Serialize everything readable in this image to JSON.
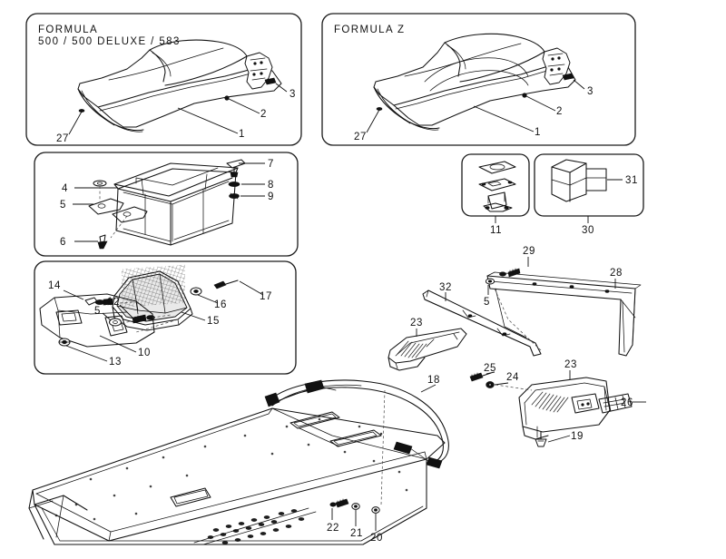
{
  "document": {
    "kind": "exploded-parts-diagram",
    "subject": "Snowmobile seat and tunnel parts",
    "background_color": "#ffffff",
    "line_color": "#111111"
  },
  "panels": [
    {
      "id": "panel-formula-500",
      "title_line1": "FORMULA",
      "title_line2": "500 / 500 DELUXE / 583",
      "callouts": [
        "27",
        "1",
        "2",
        "3"
      ]
    },
    {
      "id": "panel-formula-z",
      "title_line1": "FORMULA  Z",
      "title_line2": "",
      "callouts": [
        "27",
        "1",
        "2",
        "3"
      ]
    },
    {
      "id": "panel-storage-box",
      "title_line1": "",
      "title_line2": "",
      "callouts": [
        "4",
        "5",
        "6",
        "7",
        "8",
        "9"
      ]
    },
    {
      "id": "panel-backrest",
      "title_line1": "",
      "title_line2": "",
      "callouts": [
        "14",
        "12",
        "5",
        "13",
        "10",
        "15",
        "16",
        "17"
      ]
    },
    {
      "id": "panel-latch-assembly",
      "title_line1": "",
      "title_line2": "",
      "callouts": [
        "11"
      ]
    },
    {
      "id": "panel-foam-block",
      "title_line1": "",
      "title_line2": "",
      "callouts": [
        "30",
        "31"
      ]
    }
  ],
  "callouts": {
    "c1": "1",
    "c2": "2",
    "c3": "3",
    "c4": "4",
    "c5": "5",
    "c6": "6",
    "c7": "7",
    "c8": "8",
    "c9": "9",
    "c10": "10",
    "c11": "11",
    "c12": "12",
    "c13": "13",
    "c14": "14",
    "c15": "15",
    "c16": "16",
    "c17": "17",
    "c18": "18",
    "c19": "19",
    "c20": "20",
    "c21": "21",
    "c22": "22",
    "c23": "23",
    "c24": "24",
    "c25": "25",
    "c26": "26",
    "c27": "27",
    "c28": "28",
    "c29": "29",
    "c30": "30",
    "c31": "31",
    "c32": "32"
  },
  "callouts_secondary": {
    "c27b": "27",
    "c1b": "1",
    "c2b": "2",
    "c3b": "3",
    "c5b": "5",
    "c23b": "23"
  },
  "assembly_main": {
    "name": "tunnel-and-grab-handle",
    "callouts": [
      "18",
      "20",
      "21",
      "22"
    ]
  }
}
